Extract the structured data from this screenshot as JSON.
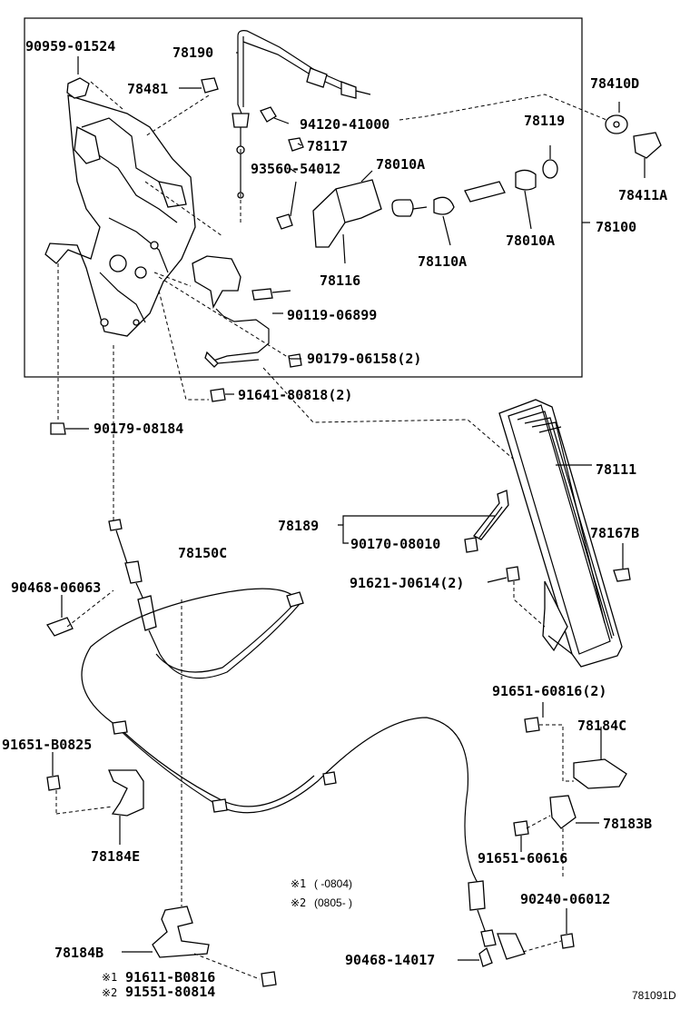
{
  "labels": {
    "p90959_01524": "90959-01524",
    "p78190": "78190",
    "p78481": "78481",
    "p94120_41000": "94120-41000",
    "p78117": "78117",
    "p93560_54012": "93560-54012",
    "p78010A_top": "78010A",
    "p78119": "78119",
    "p78410D": "78410D",
    "p78411A": "78411A",
    "p78010A_right": "78010A",
    "p78100": "78100",
    "p78110A": "78110A",
    "p78116": "78116",
    "p90119_06899": "90119-06899",
    "p90179_06158": "90179-06158(2)",
    "p91641_80818": "91641-80818(2)",
    "p90179_08184": "90179-08184",
    "p78111": "78111",
    "p78189": "78189",
    "p90170_08010": "90170-08010",
    "p78167B": "78167B",
    "p78150C": "78150C",
    "p90468_06063": "90468-06063",
    "p91621_J0614": "91621-J0614(2)",
    "p91651_60816": "91651-60816(2)",
    "p78184C": "78184C",
    "p91651_B0825": "91651-B0825",
    "p78183B": "78183B",
    "p78184E": "78184E",
    "p91651_60616": "91651-60616",
    "p90240_06012": "90240-06012",
    "p78184B": "78184B",
    "p90468_14017": "90468-14017",
    "p91611_B0816": "91611-B0816",
    "p91551_80814": "91551-80814",
    "note_mark1": "※1",
    "note_mark2": "※2",
    "note1_range": "(    -0804)",
    "note2_range": "(0805-    )",
    "fn_mark1": "※1",
    "fn_mark2": "※2",
    "diagram_code": "781091D"
  }
}
